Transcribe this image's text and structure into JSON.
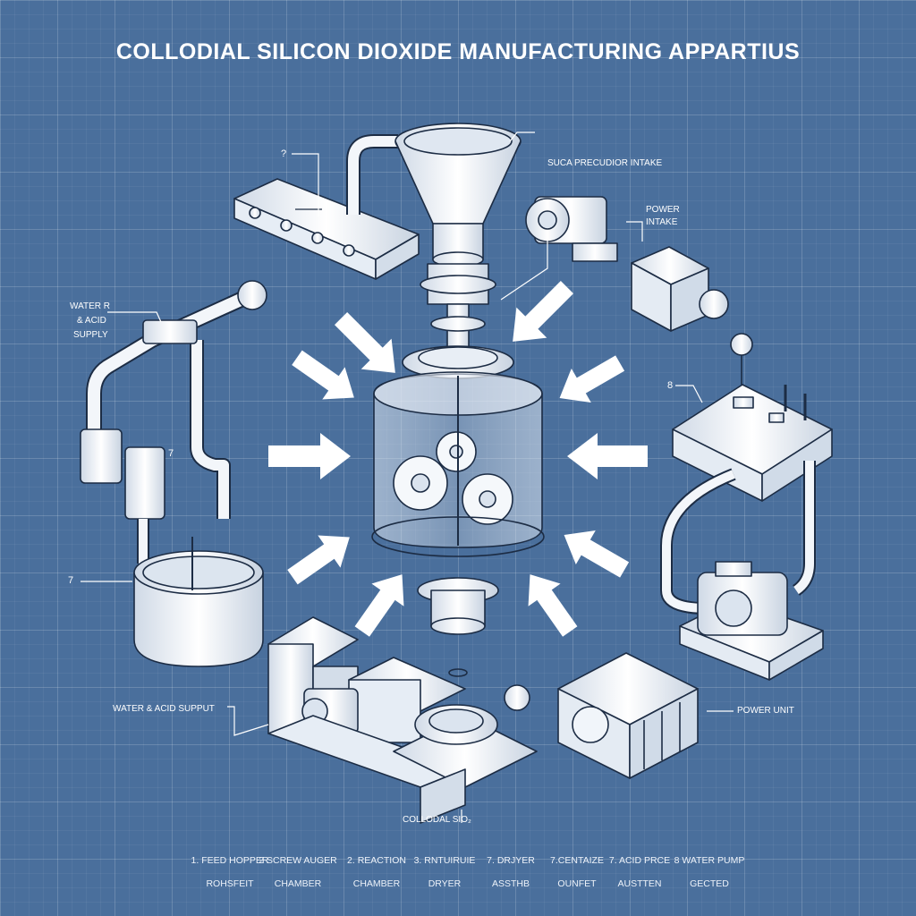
{
  "title": "COLLODIAL SILICON DIOXIDE MANUFACTURING APPARTIUS",
  "callouts": {
    "c_top_conveyor": "?",
    "silica_intake": "SUCA PRECUDIOR INTAKE",
    "power_intake_1": "POWER",
    "power_intake_2": "INTAKE",
    "water_supply_1": "WATER R",
    "water_supply_2": "& ACID",
    "water_supply_3": "SUPPLY",
    "c_seven_left": "7",
    "c_tank": "7",
    "c_eight": "8",
    "water_acid_support": "WATER & ACID SUPPUT",
    "power_unit": "POWER UNIT",
    "colloidal_sio2": "COLLODAL SiO₂"
  },
  "legend": [
    {
      "line1": "1. FEED HOPPER",
      "line2": "ROHSFEIT"
    },
    {
      "line1": "2 SCREW AUGER",
      "line2": "CHAMBER"
    },
    {
      "line1": "2. REACTION",
      "line2": "CHAMBER"
    },
    {
      "line1": "3. RNTUIRUIE",
      "line2": "DRYER"
    },
    {
      "line1": "7. DRJYER",
      "line2": "ASSTHB"
    },
    {
      "line1": "7.CENTAIZE",
      "line2": "OUNFET"
    },
    {
      "line1": "7. ACID PRCE",
      "line2": "AUSTTEN"
    },
    {
      "line1": "8 WATER PUMP",
      "line2": "GECTED"
    }
  ],
  "colors": {
    "background": "#4a6f9c",
    "line": "#ffffff",
    "fill": "#f1f4f8"
  }
}
